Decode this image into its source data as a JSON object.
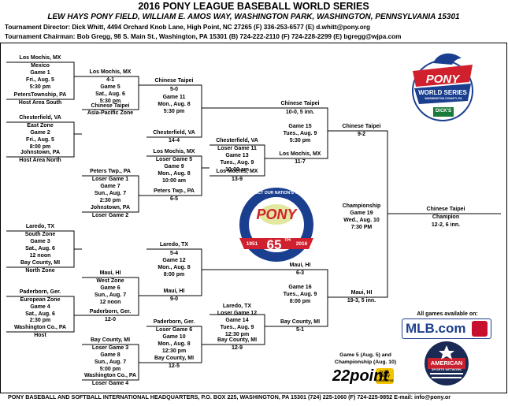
{
  "header": {
    "title": "2016 PONY LEAGUE BASEBALL  WORLD SERIES",
    "venue": "LEW HAYS PONY FIELD, WILLIAM E. AMOS WAY, WASHINGTON PARK, WASHINGTON, PENNSYLVANIA 15301",
    "director": "Tournament Director: Dick Whitt, 4494 Orchard Knob Lane, High Point, NC 27265 (F) 336-253-6577 (E) d.whitt@pony.org",
    "chairman": "Tournament Chairman:  Bob Gregg, 98 S. Main St., Washington, PA 15301 (B) 724-222-2110 (F) 724-228-2299 (E) bgregg@wjpa.com"
  },
  "r1": {
    "g1": {
      "top": "Los Mochis, MX",
      "l1": "Mexico",
      "l2": "Game 1",
      "l3": "Fri., Aug. 5",
      "l4": "5:30 pm",
      "bottom": "PetersTownship, PA",
      "host": "Host Area South"
    },
    "g2": {
      "top": "Chesterfield, VA",
      "l1": "East Zone",
      "l2": "Game 2",
      "l3": "Fri., Aug. 5",
      "l4": "8:00 pm",
      "bottom": "Johnstown, PA",
      "host": "Host Area North"
    },
    "g3": {
      "top": "Laredo, TX",
      "l1": "South Zone",
      "l2": "Game 3",
      "l3": "Sat., Aug. 6",
      "l4": "12 noon",
      "bottom": "Bay County, MI",
      "host": "North Zone"
    },
    "g4": {
      "top": "Paderborn, Ger.",
      "l1": "European Zone",
      "l2": "Game 4",
      "l3": "Sat., Aug. 6",
      "l4": "2:30 pm",
      "bottom": "Washington Co., PA",
      "host": "Host"
    }
  },
  "r2": {
    "g5": {
      "top": "Los Mochis, MX",
      "score": "4-1",
      "l1": "Game 5",
      "l2": "Sat., Aug. 6",
      "l3": "5:30 pm",
      "bottom": "Chinese Taipei",
      "host": "Asia-Pacific Zone"
    },
    "g6": {
      "top": "Maui, HI",
      "l1": "West Zone",
      "l2": "Game 6",
      "l3": "Sun., Aug. 7",
      "l4": "12 noon",
      "bottom": "Paderborn, Ger.",
      "score": "12-0"
    },
    "g7": {
      "top": "Peters Twp., PA",
      "l1": "Loser Game 1",
      "l2": "Game 7",
      "l3": "Sun., Aug. 7",
      "l4": "2:30 pm",
      "bottom": "Johnstown, PA",
      "l5": "Loser Game 2"
    },
    "g8": {
      "top": "Bay County, MI",
      "l1": "Loser Game 3",
      "l2": "Game 8",
      "l3": "Sun., Aug. 7",
      "l4": "5:00 pm",
      "bottom": "Washington Co., PA",
      "l5": "Loser Game 4"
    }
  },
  "r3": {
    "g11": {
      "top": "Chinese Taipei",
      "score": "5-0",
      "l1": "Game 11",
      "l2": "Mon., Aug. 8",
      "l3": "5:30 pm"
    },
    "g11b": {
      "bottom": "Chesterfield, VA",
      "score": "14-4"
    },
    "g9": {
      "top": "Los Mochis, MX",
      "l1": "Loser Game 5",
      "l2": "Game 9",
      "l3": "Mon., Aug. 8",
      "l4": "10:00 am",
      "bottom": "Peters Twp., PA",
      "score": "6-5"
    },
    "g12": {
      "top": "Laredo, TX",
      "score": "5-4",
      "l1": "Game 12",
      "l2": "Mon., Aug. 8",
      "l3": "8:00 pm",
      "bottom": "Maui, HI",
      "score2": "9-0"
    },
    "g10": {
      "top": "Paderborn, Ger.",
      "l1": "Loser Game 6",
      "l2": "Game 10",
      "l3": "Mon., Aug. 8",
      "l4": "12:30 pm",
      "bottom": "Bay County, MI",
      "score": "12-5"
    }
  },
  "r4": {
    "g13": {
      "top": "Chesterfield, VA",
      "l1": "Loser Game 11",
      "l2": "Game 13",
      "l3": "Tues., Aug. 9",
      "l4": "10:00 am",
      "bottom": "Los Mochis, MX",
      "score": "13-9"
    },
    "g14": {
      "top": "Laredo, TX",
      "l1": "Loser Game 12",
      "l2": "Game 14",
      "l3": "Tues., Aug. 9",
      "l4": "12:30 pm",
      "bottom": "Bay County, MI",
      "score": "12-9"
    }
  },
  "r5": {
    "g15": {
      "top": "Chinese Taipei",
      "score": "10-0, 5 inn.",
      "l1": "Game 15",
      "l2": "Tues., Aug. 9",
      "l3": "5:30 pm",
      "bottom": "Los Mochis, MX",
      "score2": "11-7"
    },
    "g16": {
      "top": "Maui, HI",
      "score": "6-3",
      "l1": "Game 16",
      "l2": "Tues., Aug. 9",
      "l3": "8:00 pm",
      "bottom": "Bay County, MI",
      "score2": "5-1"
    }
  },
  "r6": {
    "top": "Chinese Taipei",
    "topscore": "9-2",
    "bottom": "Maui, HI",
    "bottomscore": "19-3, 5 inn.",
    "c1": "Championship",
    "c2": "Game 19",
    "c3": "Wed., Aug. 10",
    "c4": "7:30 PM"
  },
  "champion": {
    "name": "Chinese Taipei",
    "label": "Champion",
    "score": "12-2, 6 inn."
  },
  "logos": {
    "pony": "PONY",
    "ws": "WORLD SERIES",
    "wsplace": "WASHINGTON COUNTY, PA",
    "dicks": "DICK'S",
    "anniv_ring": "PROTECT OUR NATION'S YOUTH",
    "anniv_pony": "PONY",
    "anniv_65": "65",
    "anniv_th": "TH",
    "y1951": "1951",
    "y2016": "2016",
    "mlb": "MLB.com",
    "asn1": "AMERICAN",
    "asn2": "SPORTS NETWORK",
    "p22": "22point",
    "p22b": "in the",
    "p22c": "Valley",
    "p22d": "GOODNESS"
  },
  "notes": {
    "available": "All games available on:",
    "games1": "Game 5 (Aug. 5) and",
    "games2": "Championship (Aug. 10)"
  },
  "footer": "PONY BASEBALL AND SOFTBALL INTERNATIONAL HEADQUARTERS, P.O. BOX 225, WASHINGTON, PA  15301    (724) 225-1060 (F) 724-225-9852 E-mail: info@pony.or",
  "colors": {
    "pony_blue": "#1a3f8f",
    "pony_red": "#d0202e",
    "mlb_blue": "#1d3f8c",
    "mlb_red": "#c8102e",
    "asn_red": "#c8202e",
    "p22_yellow": "#f3c300"
  }
}
